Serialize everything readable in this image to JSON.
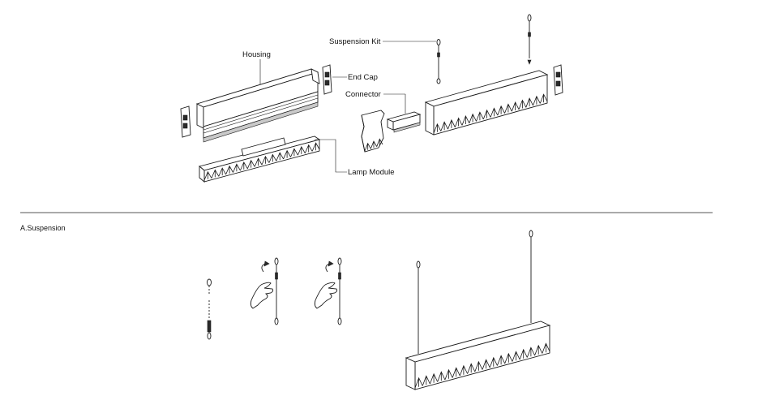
{
  "labels": {
    "housing": "Housing",
    "end_cap": "End Cap",
    "connector": "Connector",
    "suspension_kit": "Suspension Kit",
    "lamp_module": "Lamp Module"
  },
  "section": {
    "title": "A.Suspension"
  },
  "colors": {
    "line": "#1a1a1a",
    "background": "#ffffff",
    "divider": "#555555"
  }
}
